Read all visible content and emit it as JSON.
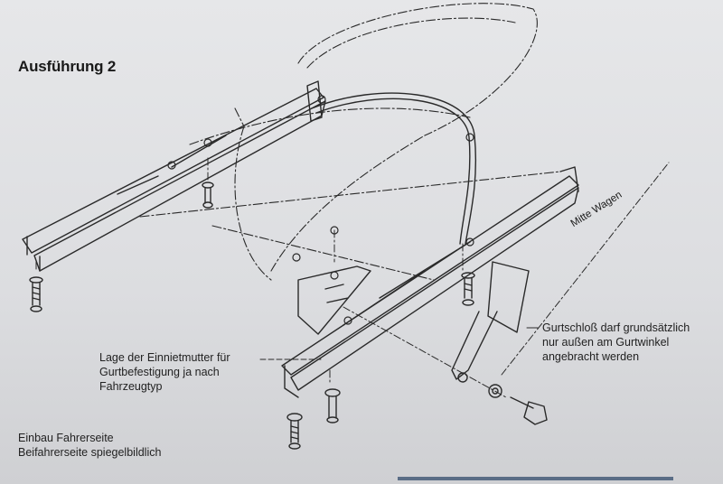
{
  "document": {
    "heading": "Ausführung 2",
    "labels": {
      "mitte_wagen": "Mitte Wagen",
      "gurtschloss": [
        "Gurtschloß darf grundsätzlich",
        "nur außen am Gurtwinkel",
        "angebracht werden"
      ],
      "einnietmutter": [
        "Lage der Einnietmutter für",
        "Gurtbefestigung ja nach",
        "Fahrzeugtyp"
      ],
      "einbau": [
        "Einbau Fahrerseite",
        "Beifahrerseite spiegelbildlich"
      ]
    }
  },
  "colors": {
    "line": "#2a2a2a",
    "paper": "#dfe0e2",
    "accent_bar": "#5a6d86"
  }
}
